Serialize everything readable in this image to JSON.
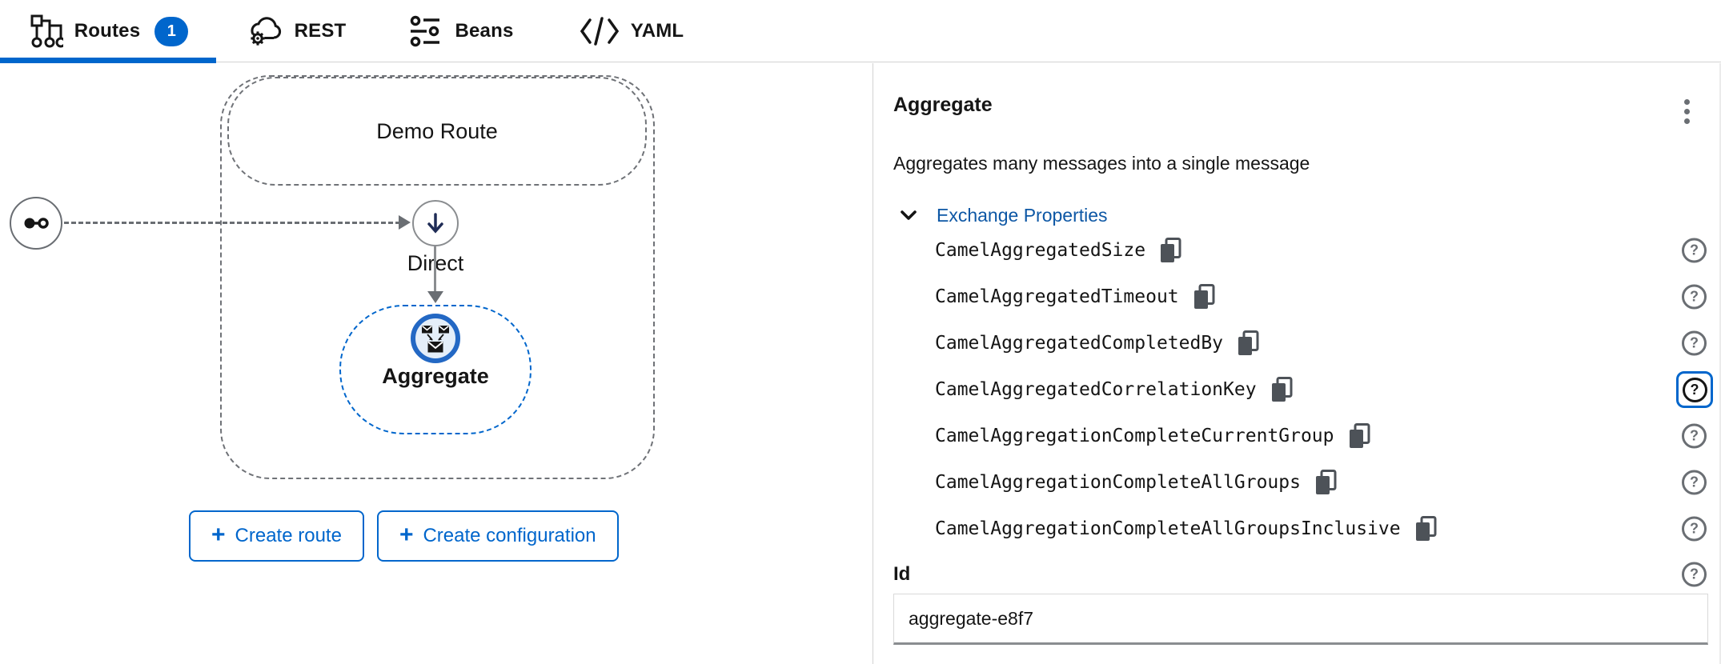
{
  "tabs": [
    {
      "label": "Routes",
      "badge": "1"
    },
    {
      "label": "REST"
    },
    {
      "label": "Beans"
    },
    {
      "label": "YAML"
    }
  ],
  "canvas": {
    "route_title": "Demo Route",
    "direct_label": "Direct",
    "aggregate_label": "Aggregate",
    "create_route_button": "Create route",
    "create_configuration_button": "Create configuration"
  },
  "panel": {
    "title": "Aggregate",
    "description": "Aggregates many messages into a single message",
    "section_label": "Exchange Properties",
    "properties": [
      {
        "name": "CamelAggregatedSize"
      },
      {
        "name": "CamelAggregatedTimeout"
      },
      {
        "name": "CamelAggregatedCompletedBy"
      },
      {
        "name": "CamelAggregatedCorrelationKey"
      },
      {
        "name": "CamelAggregationCompleteCurrentGroup"
      },
      {
        "name": "CamelAggregationCompleteAllGroups"
      },
      {
        "name": "CamelAggregationCompleteAllGroupsInclusive"
      }
    ],
    "id_label": "Id",
    "id_value": "aggregate-e8f7"
  },
  "icons": {
    "plus_glyph": "+",
    "help_glyph": "?"
  },
  "colors": {
    "accent": "#0066CC",
    "line_gray": "#6a6e73",
    "border_gray": "#d2d2d2",
    "node_fill": "#e4eef9"
  }
}
